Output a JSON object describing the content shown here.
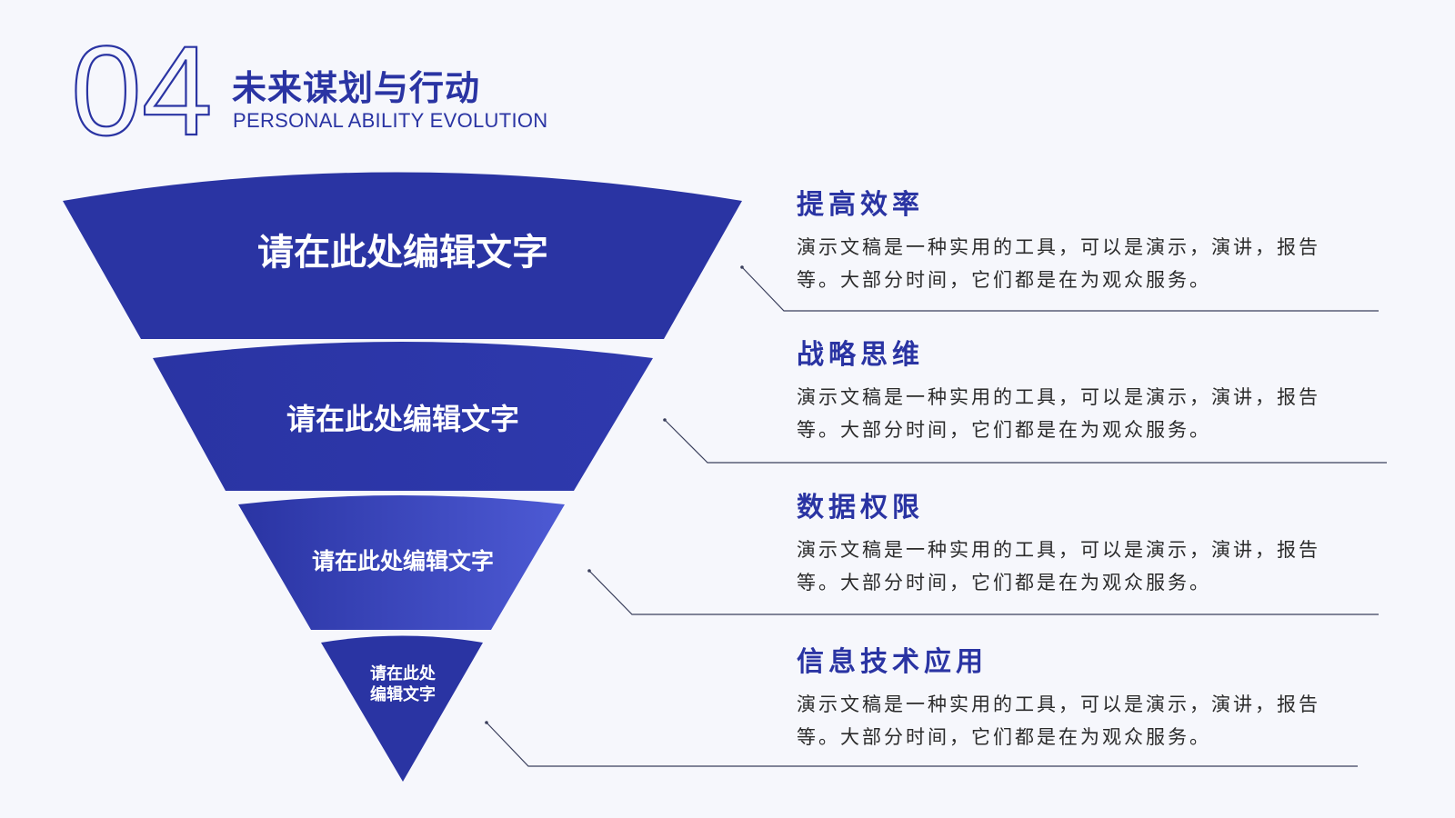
{
  "header": {
    "number": "04",
    "title": "未来谋划与行动",
    "subtitle": "PERSONAL ABILITY EVOLUTION"
  },
  "funnel": {
    "layers": [
      {
        "text": "请在此处编辑文字"
      },
      {
        "text": "请在此处编辑文字"
      },
      {
        "text": "请在此处编辑文字"
      },
      {
        "line1": "请在此处",
        "line2": "编辑文字"
      }
    ]
  },
  "items": [
    {
      "title": "提高效率",
      "desc": "演示文稿是一种实用的工具，可以是演示，演讲，报告等。大部分时间，它们都是在为观众服务。"
    },
    {
      "title": "战略思维",
      "desc": "演示文稿是一种实用的工具，可以是演示，演讲，报告等。大部分时间，它们都是在为观众服务。"
    },
    {
      "title": "数据权限",
      "desc": "演示文稿是一种实用的工具，可以是演示，演讲，报告等。大部分时间，它们都是在为观众服务。"
    },
    {
      "title": "信息技术应用",
      "desc": "演示文稿是一种实用的工具，可以是演示，演讲，报告等。大部分时间，它们都是在为观众服务。"
    }
  ],
  "colors": {
    "primary": "#2a34a3",
    "layer_dark": "#2a34a3",
    "layer_light": "#4d5ad4",
    "line": "#3a3f5c"
  }
}
